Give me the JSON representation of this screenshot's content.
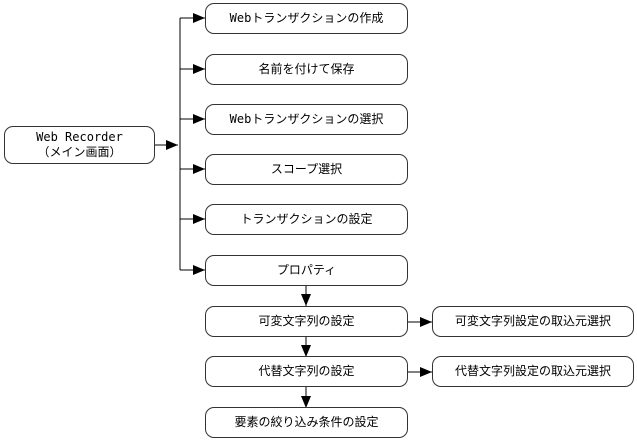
{
  "nodes": {
    "root": {
      "line1": "Web Recorder",
      "line2": "（メイン画面）"
    },
    "create": "Webトランザクションの作成",
    "save": "名前を付けて保存",
    "select": "Webトランザクションの選択",
    "scope": "スコープ選択",
    "settings": "トランザクションの設定",
    "properties": "プロパティ",
    "var_string": "可変文字列の設定",
    "var_string_source": "可変文字列設定の取込元選択",
    "alt_string": "代替文字列の設定",
    "alt_string_source": "代替文字列設定の取込元選択",
    "filter": "要素の絞り込み条件の設定"
  },
  "colors": {
    "line": "#000000",
    "border": "#333333",
    "fill": "#ffffff"
  }
}
